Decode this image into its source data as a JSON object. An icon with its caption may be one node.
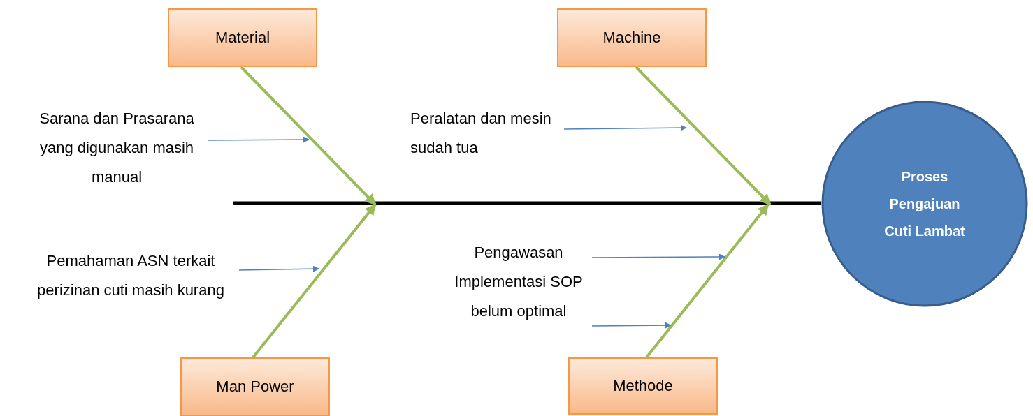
{
  "diagram": {
    "nodes": [
      {
        "text": [
          "Material"
        ]
      },
      {
        "text": [
          "Machine"
        ]
      },
      {
        "text": [
          "Sarana dan Prasarana yang digunakan masih manual"
        ]
      },
      {
        "text": [
          "Peralatan dan mesin sudah tua"
        ]
      },
      {
        "text": [
          "Proses Pengajuan Cuti Lambat"
        ]
      },
      {
        "text": [
          "Pemahaman ASN terkait perizinan cuti masih kurang"
        ]
      },
      {
        "text": [
          "Pengawasan Implementasi SOP belum optimal"
        ]
      },
      {
        "text": [
          "Man Power"
        ]
      },
      {
        "text": [
          "Methode"
        ]
      }
    ],
    "edges": [
      {
        "from": null,
        "to": 4,
        "arrow": "none",
        "style": "thick",
        "color": "#000000"
      },
      {
        "from": 0,
        "to": null,
        "arrow": "to",
        "style": "thick",
        "color": "#9bbb59"
      },
      {
        "from": 1,
        "to": null,
        "arrow": "to",
        "style": "thick",
        "color": "#9bbb59"
      },
      {
        "from": 7,
        "to": null,
        "arrow": "to",
        "style": "thick",
        "color": "#9bbb59"
      },
      {
        "from": 8,
        "to": null,
        "arrow": "to",
        "style": "thick",
        "color": "#9bbb59"
      },
      {
        "from": 2,
        "to": null,
        "arrow": "to"
      },
      {
        "from": 3,
        "to": null,
        "arrow": "to"
      },
      {
        "from": 5,
        "to": null,
        "arrow": "to"
      },
      {
        "from": 6,
        "to": null,
        "arrow": "to"
      },
      {
        "from": 6,
        "to": null,
        "arrow": "to"
      }
    ]
  }
}
